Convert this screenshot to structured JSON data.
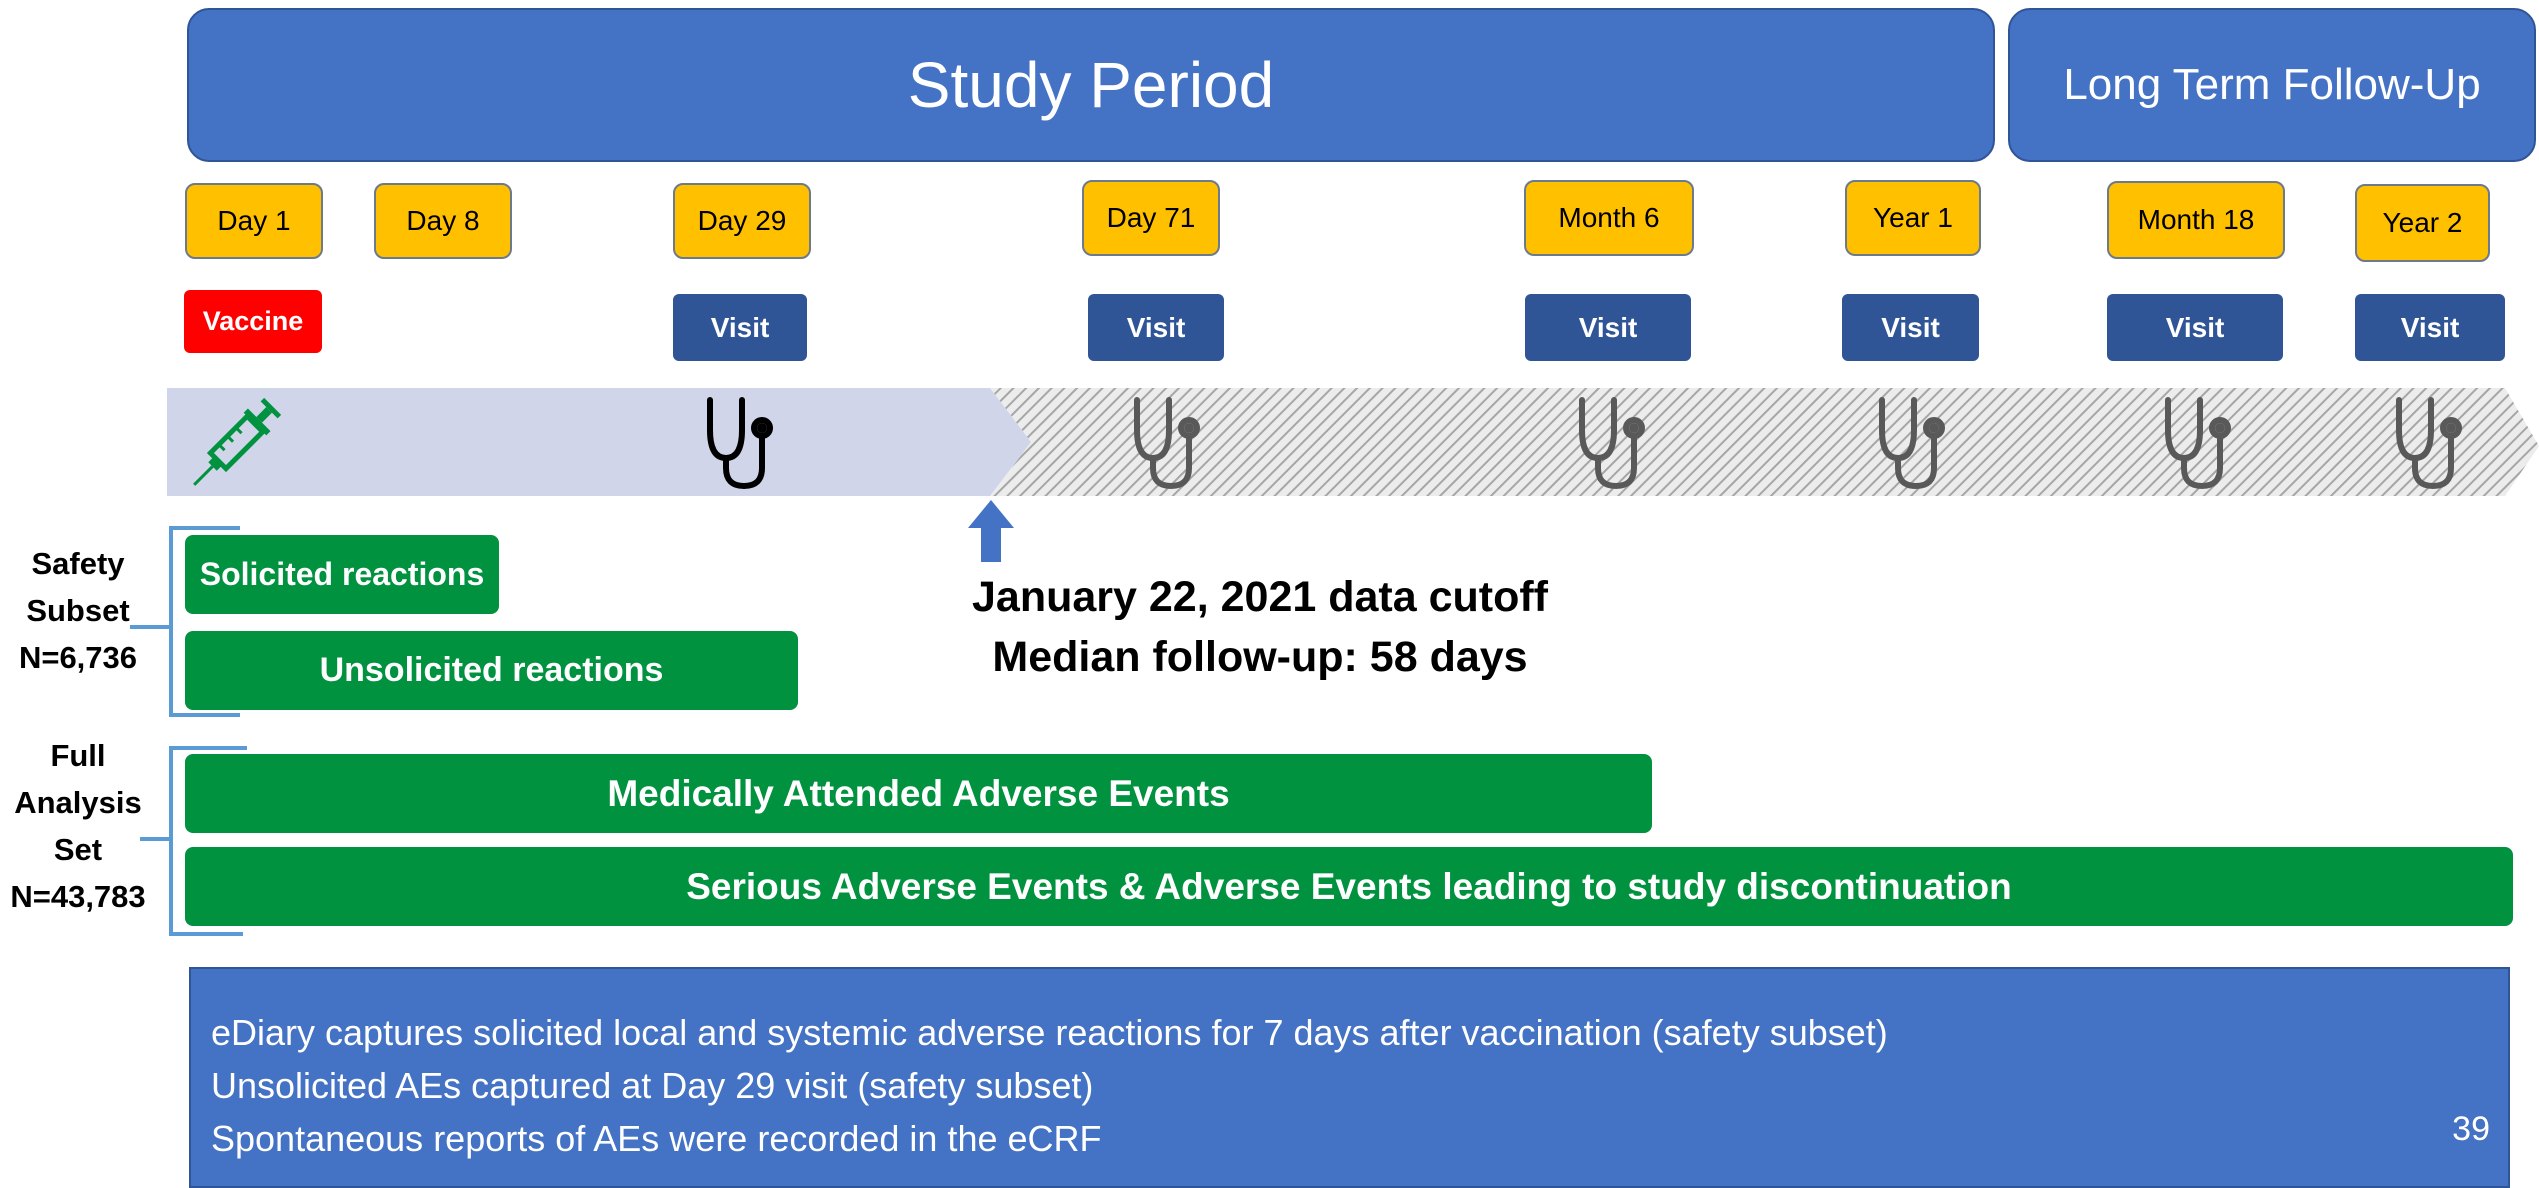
{
  "header": {
    "study_period": "Study Period",
    "long_term": "Long Term Follow-Up"
  },
  "timepoints": [
    "Day 1",
    "Day 8",
    "Day 29",
    "Day 71",
    "Month 6",
    "Year 1",
    "Month 18",
    "Year 2"
  ],
  "events": {
    "vaccine": "Vaccine",
    "visit": "Visit"
  },
  "timeline": {
    "icons": [
      "syringe-icon",
      "stethoscope-icon"
    ],
    "colors": {
      "completed": "#d0d5ea",
      "future_hatch": "#a6a6a6"
    }
  },
  "cutoff": {
    "line1": "January 22, 2021 data cutoff",
    "line2": "Median follow-up: 58 days"
  },
  "groups": {
    "safety_subset": [
      "Safety",
      "Subset",
      "N=6,736"
    ],
    "full_analysis": [
      "Full",
      "Analysis",
      "Set",
      "N=43,783"
    ]
  },
  "bars": {
    "solicited": "Solicited reactions",
    "unsolicited": "Unsolicited reactions",
    "maae": "Medically Attended Adverse Events",
    "sae": "Serious Adverse Events & Adverse Events leading to study discontinuation"
  },
  "notes": [
    "eDiary captures solicited local and systemic adverse reactions for 7 days after vaccination (safety subset)",
    "Unsolicited AEs captured at Day 29 visit (safety subset)",
    "Spontaneous reports of AEs were recorded in the eCRF"
  ],
  "page_number": "39",
  "colors": {
    "banner_blue": "#4472c4",
    "dark_blue": "#2f5597",
    "timepoint_yellow": "#ffc000",
    "vaccine_red": "#ff0000",
    "bar_green": "#00923f"
  }
}
